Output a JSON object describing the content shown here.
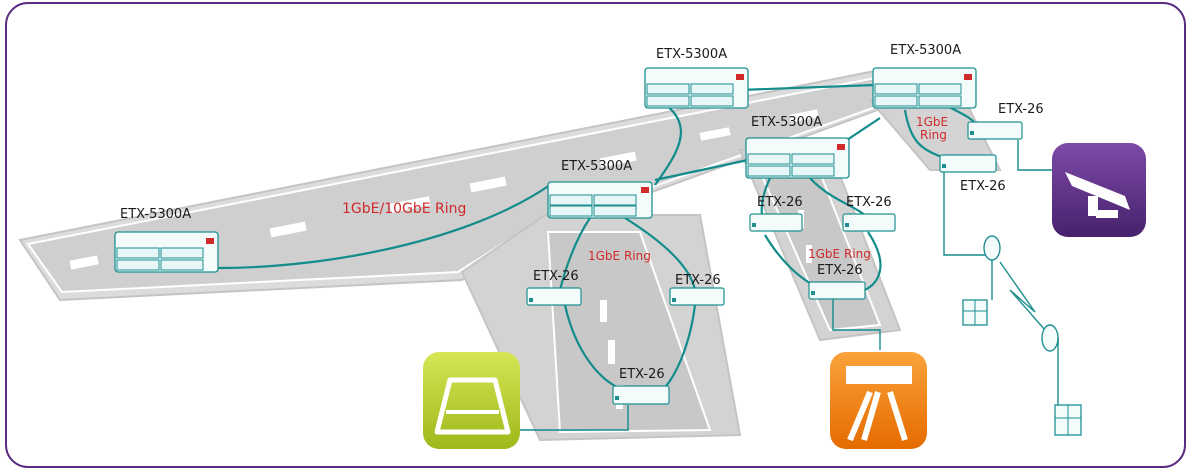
{
  "labels": {
    "etx5300a_1": "ETX-5300A",
    "etx5300a_2": "ETX-5300A",
    "etx5300a_3": "ETX-5300A",
    "etx5300a_4": "ETX-5300A",
    "etx5300a_5": "ETX-5300A",
    "etx26_1": "ETX-26",
    "etx26_2": "ETX-26",
    "etx26_3": "ETX-26",
    "etx26_4": "ETX-26",
    "etx26_5": "ETX-26",
    "etx26_6": "ETX-26",
    "etx26_7": "ETX-26",
    "etx26_8": "ETX-26"
  },
  "rings": {
    "main": "1GbE/10GbE Ring",
    "left": "1GbE Ring",
    "middle": "1GbE Ring",
    "right_line1": "1GbE",
    "right_line2": "Ring"
  },
  "colors": {
    "frame": "#5a2d82",
    "link": "#138c8c",
    "ring_text": "#d12a2a",
    "terminal_icon": "#b7cf21",
    "highway_icon": "#f07d00",
    "camera_icon": "#5b2c86"
  },
  "icons": [
    "terminal-app-icon",
    "highway-app-icon",
    "surveillance-camera-icon"
  ]
}
